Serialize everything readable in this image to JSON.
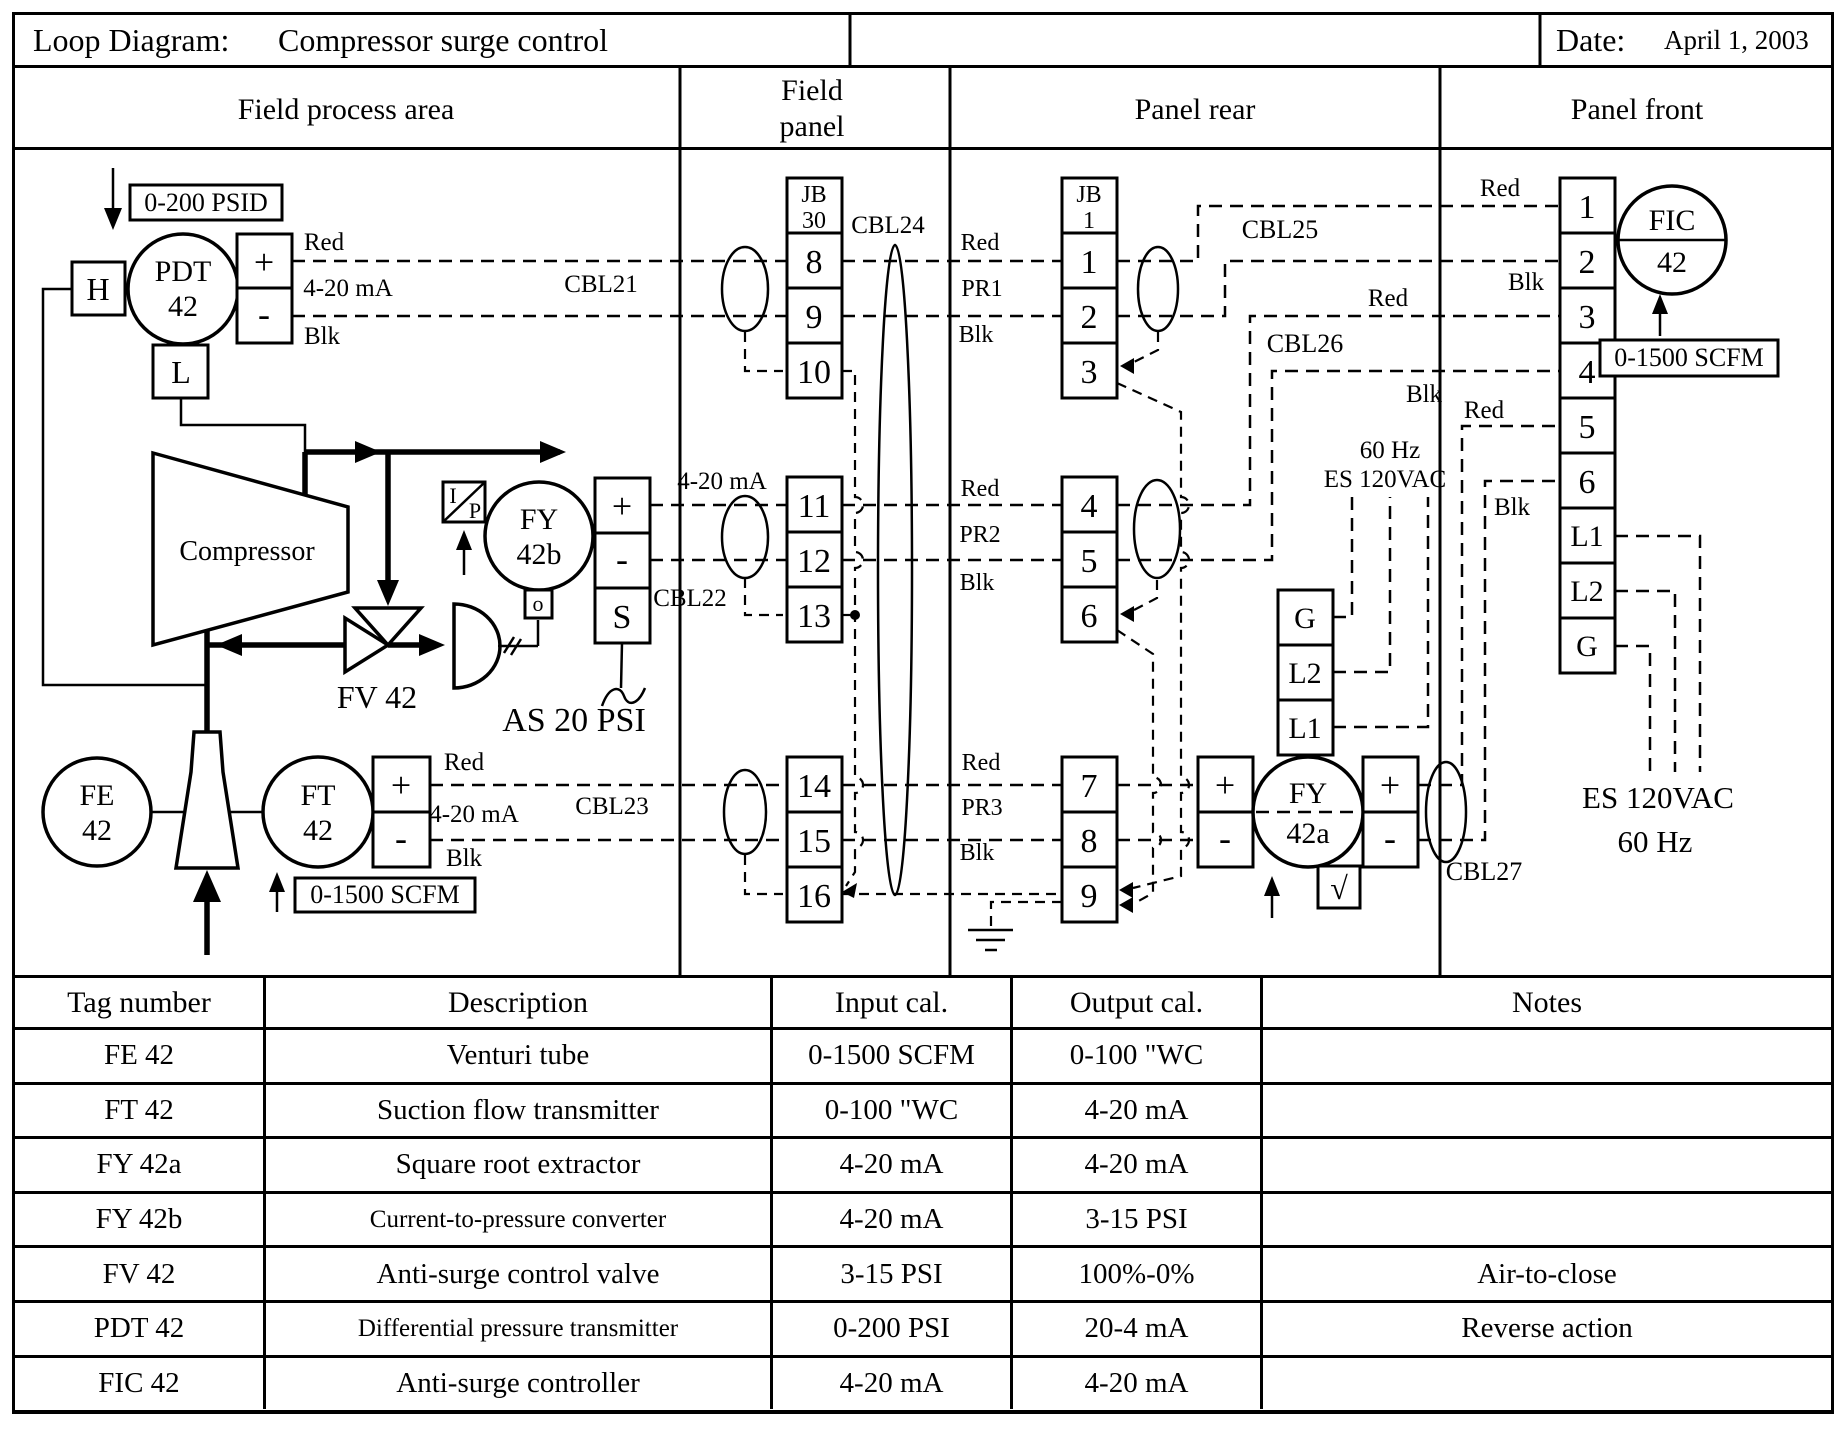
{
  "title_bar": {
    "label": "Loop Diagram:",
    "value": "Compressor surge control",
    "date_label": "Date:",
    "date_value": "April 1, 2003"
  },
  "columns": {
    "c1": "Field process area",
    "c2a": "Field",
    "c2b": "panel",
    "c3": "Panel rear",
    "c4": "Panel front"
  },
  "pdt": {
    "range": "0-200 PSID",
    "h": "H",
    "l": "L",
    "tag": "PDT",
    "num": "42",
    "plus": "+",
    "minus": "-",
    "red": "Red",
    "sig": "4-20 mA",
    "blk": "Blk",
    "cable": "CBL21"
  },
  "compressor": {
    "label": "Compressor"
  },
  "valve": {
    "tag": "FV 42"
  },
  "ip": {
    "i": "I",
    "p": "P"
  },
  "fyb": {
    "tag": "FY",
    "num": "42b",
    "o": "o",
    "plus": "+",
    "minus": "-",
    "s": "S",
    "sig": "4-20 mA",
    "cable": "CBL22",
    "air": "AS 20 PSI"
  },
  "fe": {
    "tag": "FE",
    "num": "42"
  },
  "ft": {
    "tag": "FT",
    "num": "42",
    "plus": "+",
    "minus": "-",
    "red": "Red",
    "sig": "4-20 mA",
    "blk": "Blk",
    "range": "0-1500 SCFM",
    "cable": "CBL23"
  },
  "jb30": {
    "h1": "JB",
    "h2": "30",
    "t": [
      "8",
      "9",
      "10",
      "11",
      "12",
      "13",
      "14",
      "15",
      "16"
    ],
    "cable": "CBL24"
  },
  "jb1": {
    "h1": "JB",
    "h2": "1",
    "t": [
      "1",
      "2",
      "3",
      "4",
      "5",
      "6",
      "7",
      "8",
      "9"
    ]
  },
  "pr": {
    "r1": "Red",
    "p1": "PR1",
    "b1": "Blk",
    "r2": "Red",
    "p2": "PR2",
    "b2": "Blk",
    "r3": "Red",
    "p3": "PR3",
    "b3": "Blk"
  },
  "rear": {
    "cable25": "CBL25",
    "cable26": "CBL26",
    "cable27": "CBL27",
    "hz": "60 Hz",
    "es": "ES 120VAC",
    "g": "G",
    "l2": "L2",
    "l1": "L1"
  },
  "fya": {
    "tag": "FY",
    "num": "42a",
    "p_in": "+",
    "m_in": "-",
    "p_out": "+",
    "m_out": "-",
    "sqrt": "√"
  },
  "front": {
    "t": [
      "1",
      "2",
      "3",
      "4",
      "5",
      "6",
      "L1",
      "L2",
      "G"
    ],
    "r1": "Red",
    "b1": "Blk",
    "r2": "Red",
    "b2": "Blk",
    "r3": "Red",
    "b3": "Blk",
    "es": "ES 120VAC",
    "hz": "60 Hz"
  },
  "fic": {
    "tag": "FIC",
    "num": "42",
    "range": "0-1500 SCFM"
  },
  "table": {
    "headers": [
      "Tag number",
      "Description",
      "Input cal.",
      "Output cal.",
      "Notes"
    ],
    "rows": [
      [
        "FE 42",
        "Venturi tube",
        "0-1500 SCFM",
        "0-100 \"WC",
        ""
      ],
      [
        "FT 42",
        "Suction flow transmitter",
        "0-100 \"WC",
        "4-20 mA",
        ""
      ],
      [
        "FY 42a",
        "Square root extractor",
        "4-20 mA",
        "4-20 mA",
        ""
      ],
      [
        "FY 42b",
        "Current-to-pressure converter",
        "4-20 mA",
        "3-15 PSI",
        ""
      ],
      [
        "FV 42",
        "Anti-surge control valve",
        "3-15 PSI",
        "100%-0%",
        "Air-to-close"
      ],
      [
        "PDT 42",
        "Differential pressure transmitter",
        "0-200 PSI",
        "20-4 mA",
        "Reverse action"
      ],
      [
        "FIC 42",
        "Anti-surge controller",
        "4-20 mA",
        "4-20 mA",
        ""
      ]
    ]
  }
}
